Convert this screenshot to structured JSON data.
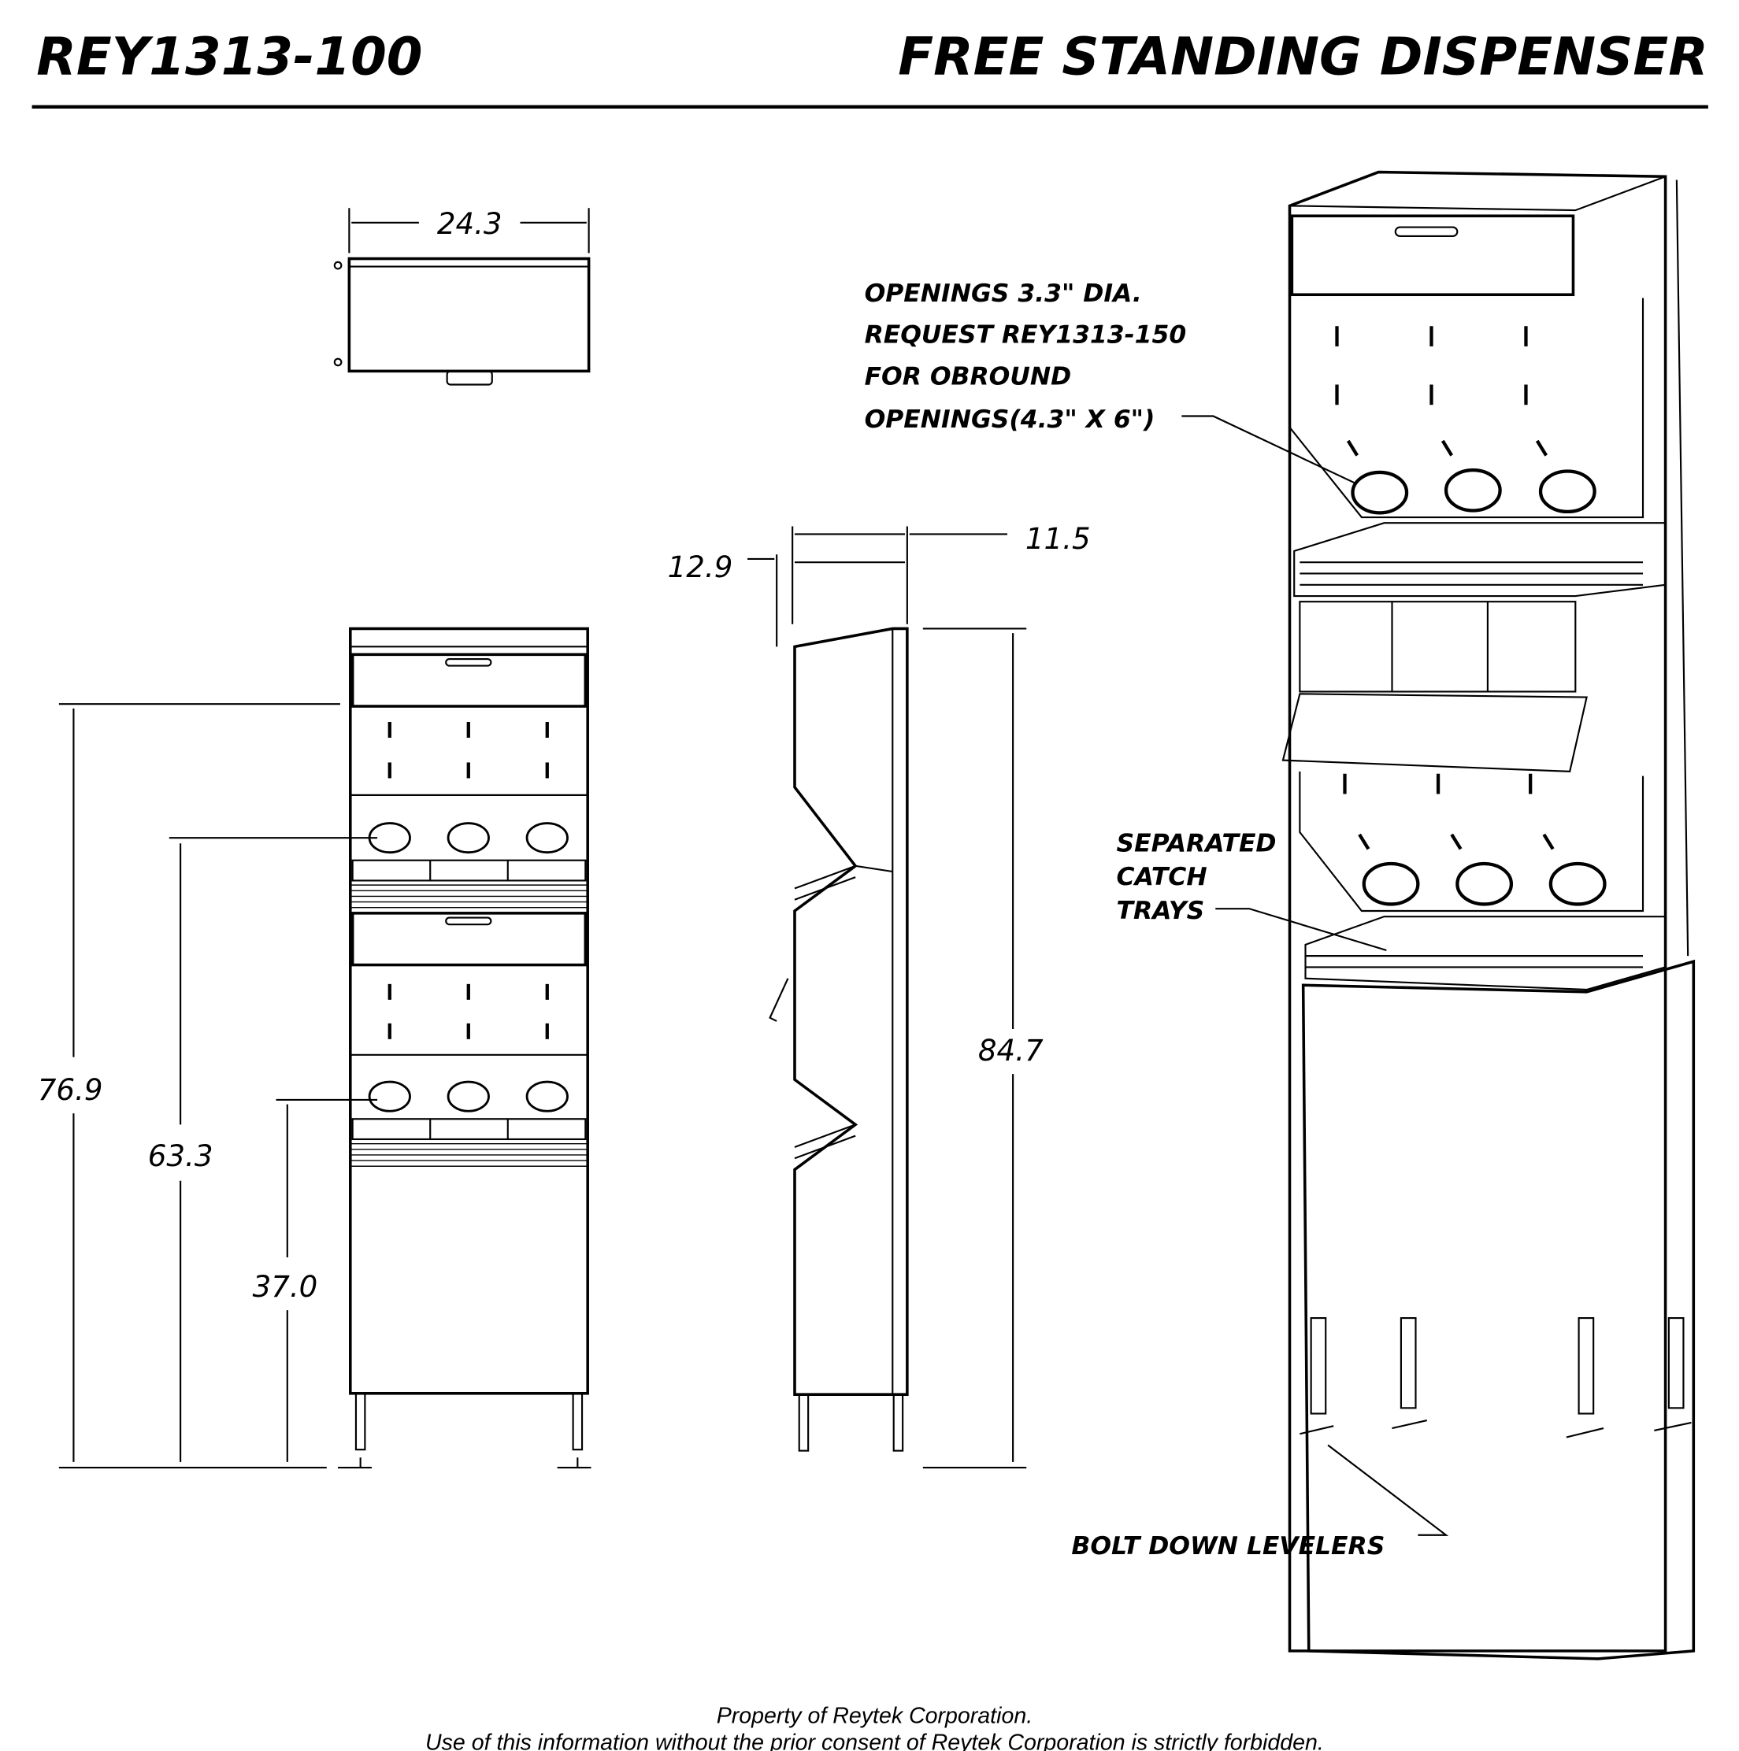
{
  "header": {
    "part_number": "REY1313-100",
    "title": "FREE STANDING DISPENSER"
  },
  "dimensions": {
    "top_width": "24.3",
    "side_depth_a": "12.9",
    "side_depth_b": "11.5",
    "overall_height": "84.7",
    "upper_opening_height": "76.9",
    "middle_opening_height": "63.3",
    "lower_opening_height": "37.0"
  },
  "notes": {
    "openings": [
      "OPENINGS 3.3\" DIA.",
      "REQUEST REY1313-150",
      "FOR OBROUND",
      "OPENINGS(4.3\" X 6\")"
    ],
    "catch_trays": [
      "SEPARATED",
      "CATCH",
      "TRAYS"
    ],
    "levelers": "BOLT DOWN LEVELERS"
  },
  "footer": {
    "line1": "Property of Reytek Corporation.",
    "line2": "Use of this information without the prior consent of Reytek Corporation is strictly forbidden."
  }
}
